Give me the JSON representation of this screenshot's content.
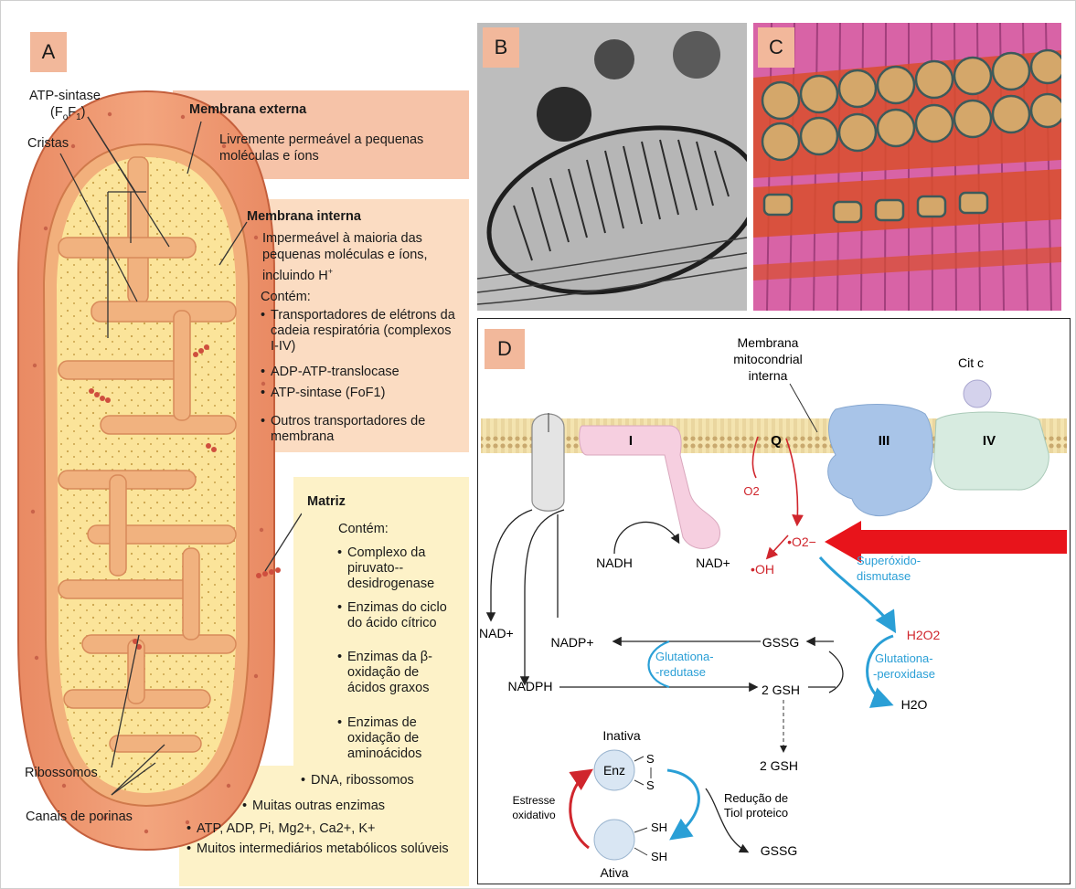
{
  "panels": {
    "a": "A",
    "b": "B",
    "c": "C",
    "d": "D"
  },
  "panel_a": {
    "atp_synthase": {
      "line1": "ATP-sintase",
      "line2": "(F",
      "sub1": "o",
      "mid": "F",
      "sub2": "1",
      "close": ")"
    },
    "cristae": "Cristas",
    "outer": {
      "title": "Membrana externa",
      "text": "Livremente permeável a pequenas moléculas e íons"
    },
    "inner": {
      "title": "Membrana interna",
      "text": "Impermeável à maioria das pequenas moléculas e íons, incluindo H",
      "sup": "+",
      "contains": "Contém:",
      "items": [
        "Transportadores de elétrons da cadeia respiratória (complexos I-IV)",
        "ADP-ATP-translocase",
        "ATP-sintase (FoF1)",
        "Outros transportadores de membrana"
      ]
    },
    "matrix": {
      "title": "Matriz",
      "contains": "Contém:",
      "items": [
        "Complexo da piruvato--desidrogenase",
        "Enzimas do ciclo do ácido cítrico",
        "Enzimas da β-oxidação de ácidos graxos",
        "Enzimas de oxidação de aminoácidos",
        "DNA, ribossomos",
        "Muitas outras enzimas",
        "ATP, ADP, Pi, Mg2+, Ca2+, K+",
        "Muitos intermediários metabólicos solúveis"
      ]
    },
    "ribosomes": "Ribossomos",
    "porins": "Canais de porinas"
  },
  "panel_d": {
    "membrane_label": [
      "Membrana",
      "mitocondrial",
      "interna"
    ],
    "complex_i": "I",
    "q": "Q",
    "complex_iii": "III",
    "complex_iv": "IV",
    "cytc": "Cit c",
    "o2": "O2",
    "superoxide": "•O2−",
    "oh": "•OH",
    "nadh": "NADH",
    "nad_plus": "NAD+",
    "nad_plus_left": "NAD+",
    "nadp_plus": "NADP+",
    "nadph": "NADPH",
    "gssg": "GSSG",
    "gsh2": "2 GSH",
    "gsh2_b": "2 GSH",
    "h2o2": "H2O2",
    "h2o": "H2O",
    "gssg_b": "GSSG",
    "sod": [
      "Superóxido-",
      "dismutase"
    ],
    "gpx": [
      "Glutationa-",
      "-peroxidase"
    ],
    "gr": [
      "Glutationa-",
      "-redutase"
    ],
    "inactive": "Inativa",
    "active": "Ativa",
    "enz": "Enz",
    "s": "S",
    "sh": "SH",
    "stress": [
      "Estresse",
      "oxidativo"
    ],
    "thiol": [
      "Redução de",
      "Tiol proteico"
    ]
  },
  "colors": {
    "letter_bg": "#f2b89b",
    "outer_box": "#f6c3a8",
    "inner_box": "#fbdcc2",
    "matrix_box": "#fdf2c8",
    "red": "#d0262d",
    "cyan": "#2a9fd6"
  }
}
